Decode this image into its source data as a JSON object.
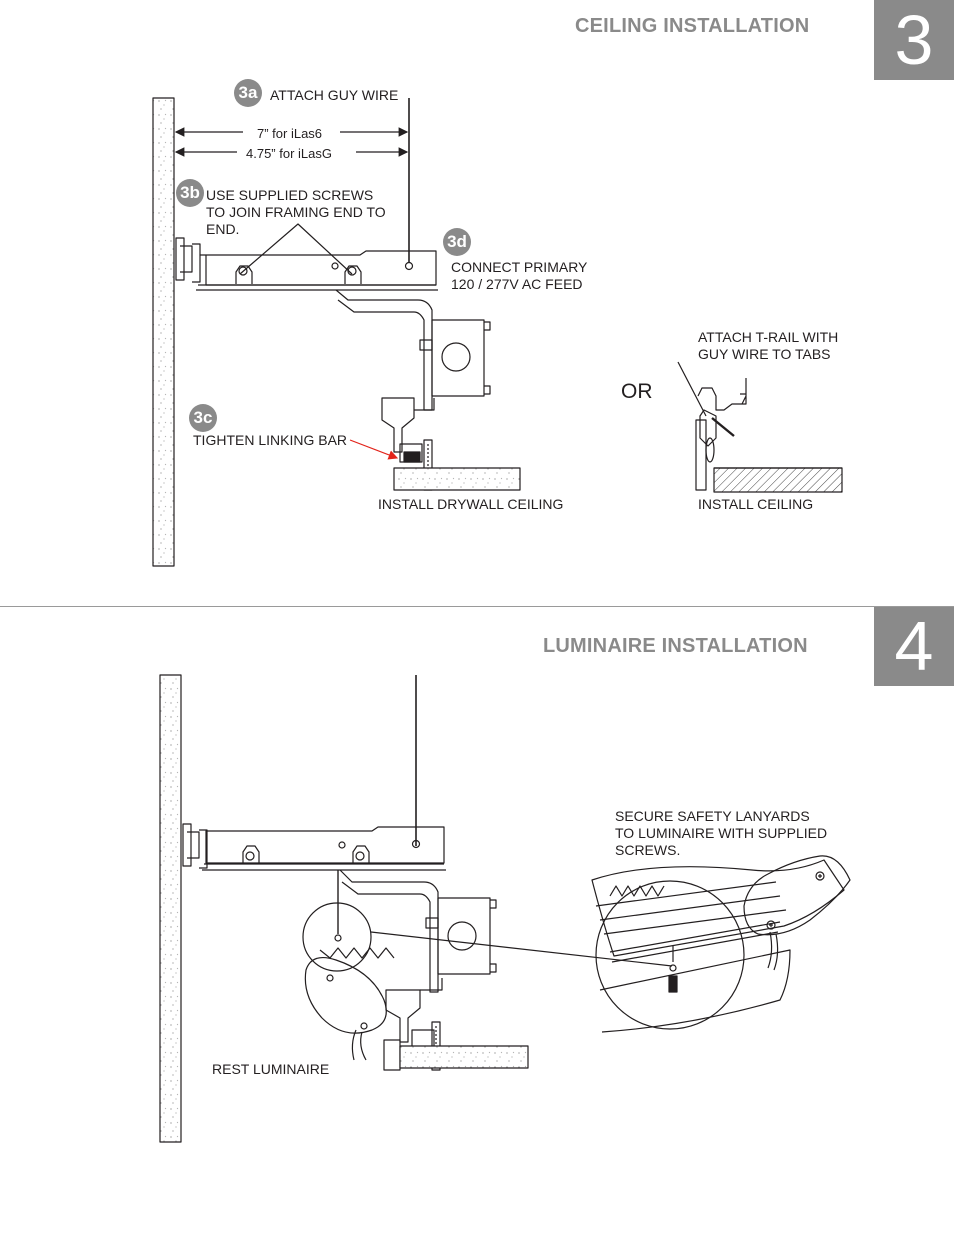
{
  "section3": {
    "title": "CEILING INSTALLATION",
    "step_number": "3",
    "badges": {
      "a": "3a",
      "b": "3b",
      "c": "3c",
      "d": "3d"
    },
    "labels": {
      "attach_guy_wire": "ATTACH GUY WIRE",
      "dim_ilas6": "7” for iLas6",
      "dim_ilasg": "4.75” for iLasG",
      "use_screws": "USE SUPPLIED SCREWS\nTO JOIN FRAMING END TO\nEND.",
      "connect_primary": "CONNECT PRIMARY\n120 / 277V AC FEED",
      "tighten_linking_bar": "TIGHTEN LINKING BAR",
      "install_drywall_ceiling": "INSTALL DRYWALL CEILING",
      "or": "OR",
      "attach_t_rail": "ATTACH T-RAIL WITH\nGUY WIRE TO TABS",
      "install_ceiling": "INSTALL CEILING"
    }
  },
  "section4": {
    "title": "LUMINAIRE INSTALLATION",
    "step_number": "4",
    "labels": {
      "secure_lanyards": "SECURE SAFETY LANYARDS\nTO LUMINAIRE WITH SUPPLIED\nSCREWS.",
      "rest_luminaire": "REST LUMINAIRE"
    }
  },
  "colors": {
    "heading_gray": "#8a8a8a",
    "line": "#231f20",
    "arrow_red": "#e2231a"
  }
}
